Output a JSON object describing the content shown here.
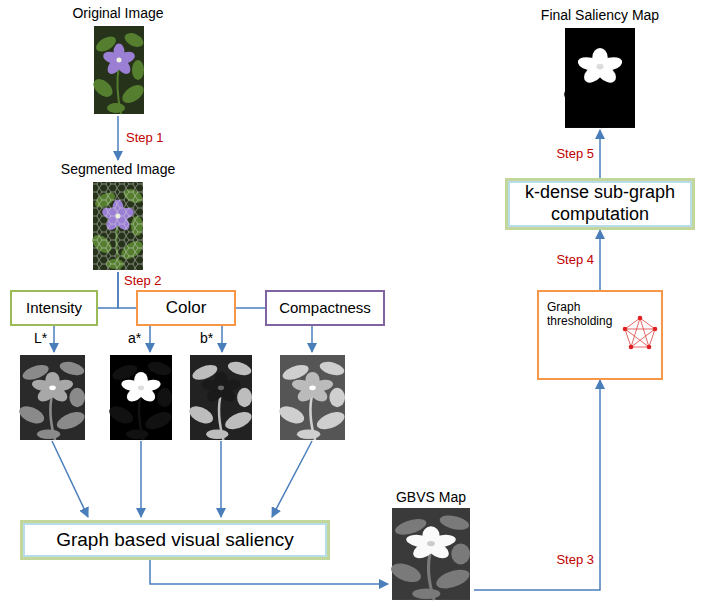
{
  "diagram": {
    "nodes": [
      {
        "text": [
          "Original Image"
        ]
      },
      {
        "text": [
          "Segmented Image"
        ]
      },
      {
        "text": [
          "Intensity"
        ]
      },
      {
        "text": [
          "Color"
        ]
      },
      {
        "text": [
          "Compactness"
        ]
      },
      {
        "text": [
          "Graph based visual saliency"
        ]
      },
      {
        "text": [
          "GBVS Map"
        ]
      },
      {
        "text": [
          "Graph thresholding"
        ]
      },
      {
        "text": [
          "k-dense sub-graph computation"
        ]
      },
      {
        "text": [
          "Final Saliency Map"
        ]
      }
    ],
    "edges": [
      {
        "from": 0,
        "to": 1,
        "arrow": "to",
        "label": "Step 1"
      },
      {
        "from": 1,
        "to": 2,
        "arrow": "none"
      },
      {
        "from": 1,
        "to": 3,
        "arrow": "none",
        "label": "Step 2"
      },
      {
        "from": 3,
        "to": 4,
        "arrow": "none"
      },
      {
        "from": 5,
        "to": 6,
        "arrow": "to"
      },
      {
        "from": 6,
        "to": 7,
        "arrow": "to",
        "label": "Step 3"
      },
      {
        "from": 7,
        "to": 8,
        "arrow": "to",
        "label": "Step 4"
      },
      {
        "from": 8,
        "to": 9,
        "arrow": "to",
        "label": "Step 5"
      }
    ],
    "labels": [
      "L*",
      "a*",
      "b*"
    ]
  }
}
